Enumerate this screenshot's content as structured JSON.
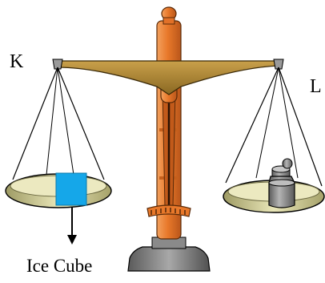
{
  "labels": {
    "left_pan": "K",
    "right_pan": "L",
    "object": "Ice Cube"
  },
  "colors": {
    "beam": "#a07e2c",
    "post": "#e8782a",
    "post_dark": "#9a4410",
    "pan": "#d2cf94",
    "ice_cube": "#15a7e9",
    "weight": "#8c8c8c",
    "base": "#7b7b7b"
  },
  "icons": [
    "balance-scale-icon",
    "ice-cube-icon",
    "weight-icon",
    "down-arrow-icon"
  ]
}
